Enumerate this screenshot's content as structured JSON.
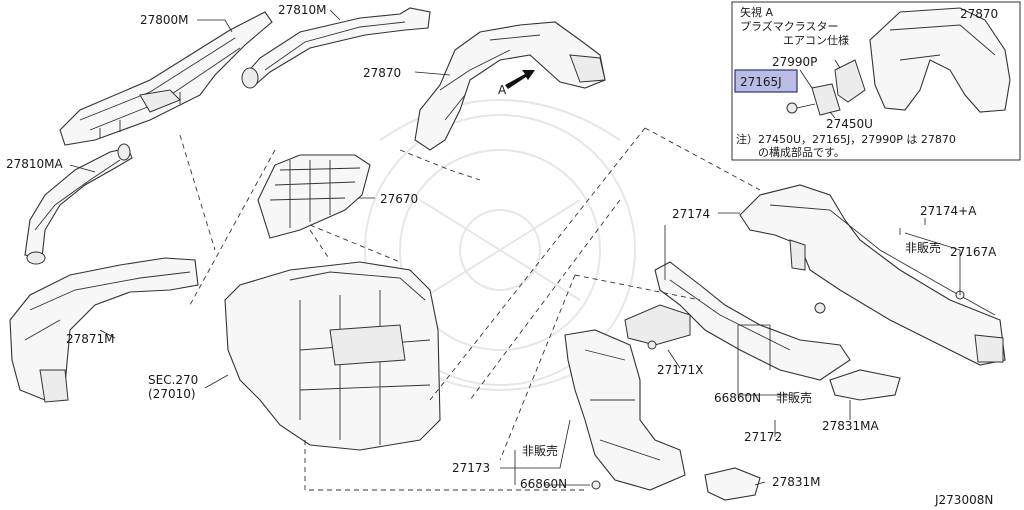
{
  "labels": {
    "p27800M": "27800M",
    "p27810M": "27810M",
    "p27870_main": "27870",
    "p27810MA": "27810MA",
    "p27670": "27670",
    "p27871M": "27871M",
    "sec_270": "SEC.270",
    "sec_27010": "(27010)",
    "p27174": "27174",
    "p27174A": "27174+A",
    "hihanbai_1": "非販売",
    "p27167A": "27167A",
    "p27171X": "27171X",
    "p66860N_1": "66860N",
    "hihanbai_2": "非販売",
    "p27172": "27172",
    "p27831MA": "27831MA",
    "p27173": "27173",
    "hihanbai_3": "非販売",
    "p66860N_2": "66860N",
    "p27831M": "27831M",
    "arrow_a": "A",
    "drawing_no": "J273008N"
  },
  "inset": {
    "view_title": "矢視 A",
    "line2": "プラズマクラスター",
    "line3": "エアコン仕様",
    "p27870": "27870",
    "p27990P": "27990P",
    "p27165J": "27165J",
    "p27450U": "27450U",
    "note_line1": "注）27450U，27165J，27990P は 27870",
    "note_line2": "の構成部品です。"
  }
}
